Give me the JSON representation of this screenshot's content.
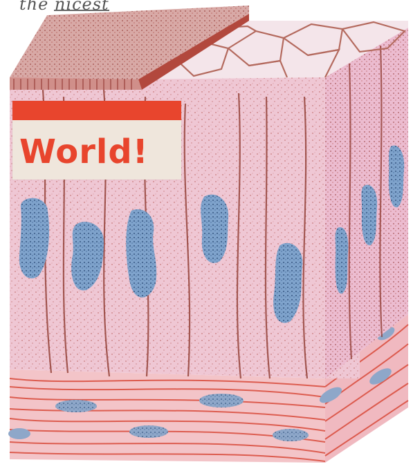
{
  "caption_top": "the nicest",
  "label": {
    "text": "World!",
    "stripe_color": "#e8452d",
    "card_color": "#efe6dc"
  },
  "illustration": {
    "subject": "epithelium-tissue-block",
    "colors": {
      "columnar_cells": "#efc7d4",
      "stipple": "#9b3a2f",
      "nuclei": "#7fa3cc",
      "top_surface": "#f4e5ea",
      "connective_tissue": "#f3c4c8",
      "fibers": "#d94a3a"
    }
  }
}
